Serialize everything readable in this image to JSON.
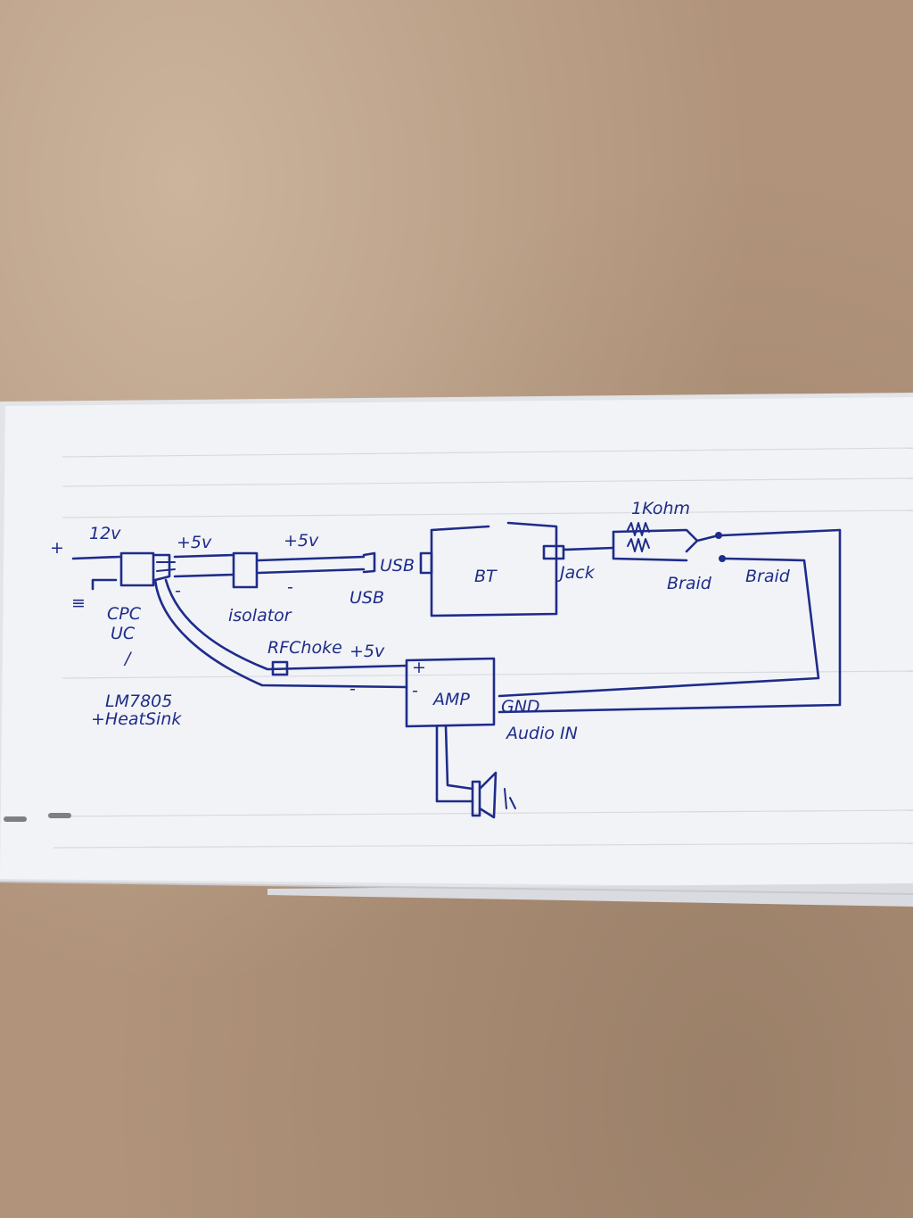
{
  "diagram": {
    "labels": {
      "plus_input": "+",
      "twelve_v": "12v",
      "ground_input": "≡",
      "cpc": "CPC",
      "uc": "UC",
      "reg_pointer": "/",
      "regulator_part": "LM7805",
      "heatsink": "+HeatSink",
      "plus_5v_a": "+5v",
      "minus_a": "-",
      "plus_5v_b": "+5v",
      "minus_b": "-",
      "isolator": "isolator",
      "usb_cable_end": "USB",
      "usb_port": "USB",
      "bt": "BT",
      "jack": "Jack",
      "resistor": "1Kohm",
      "braid_1": "Braid",
      "braid_2": "Braid",
      "rf_choke": "RFChoke",
      "amp_plus_5v": "+5v",
      "amp_plus_pin": "+",
      "amp_minus_pin": "-",
      "amp_minus_wire": "-",
      "amp": "AMP",
      "gnd": "GND",
      "audio_in": "Audio IN"
    },
    "ink_color": "#1e2c8a",
    "paper_color": "#f4f5f7",
    "desk_color": "#b0937a"
  }
}
